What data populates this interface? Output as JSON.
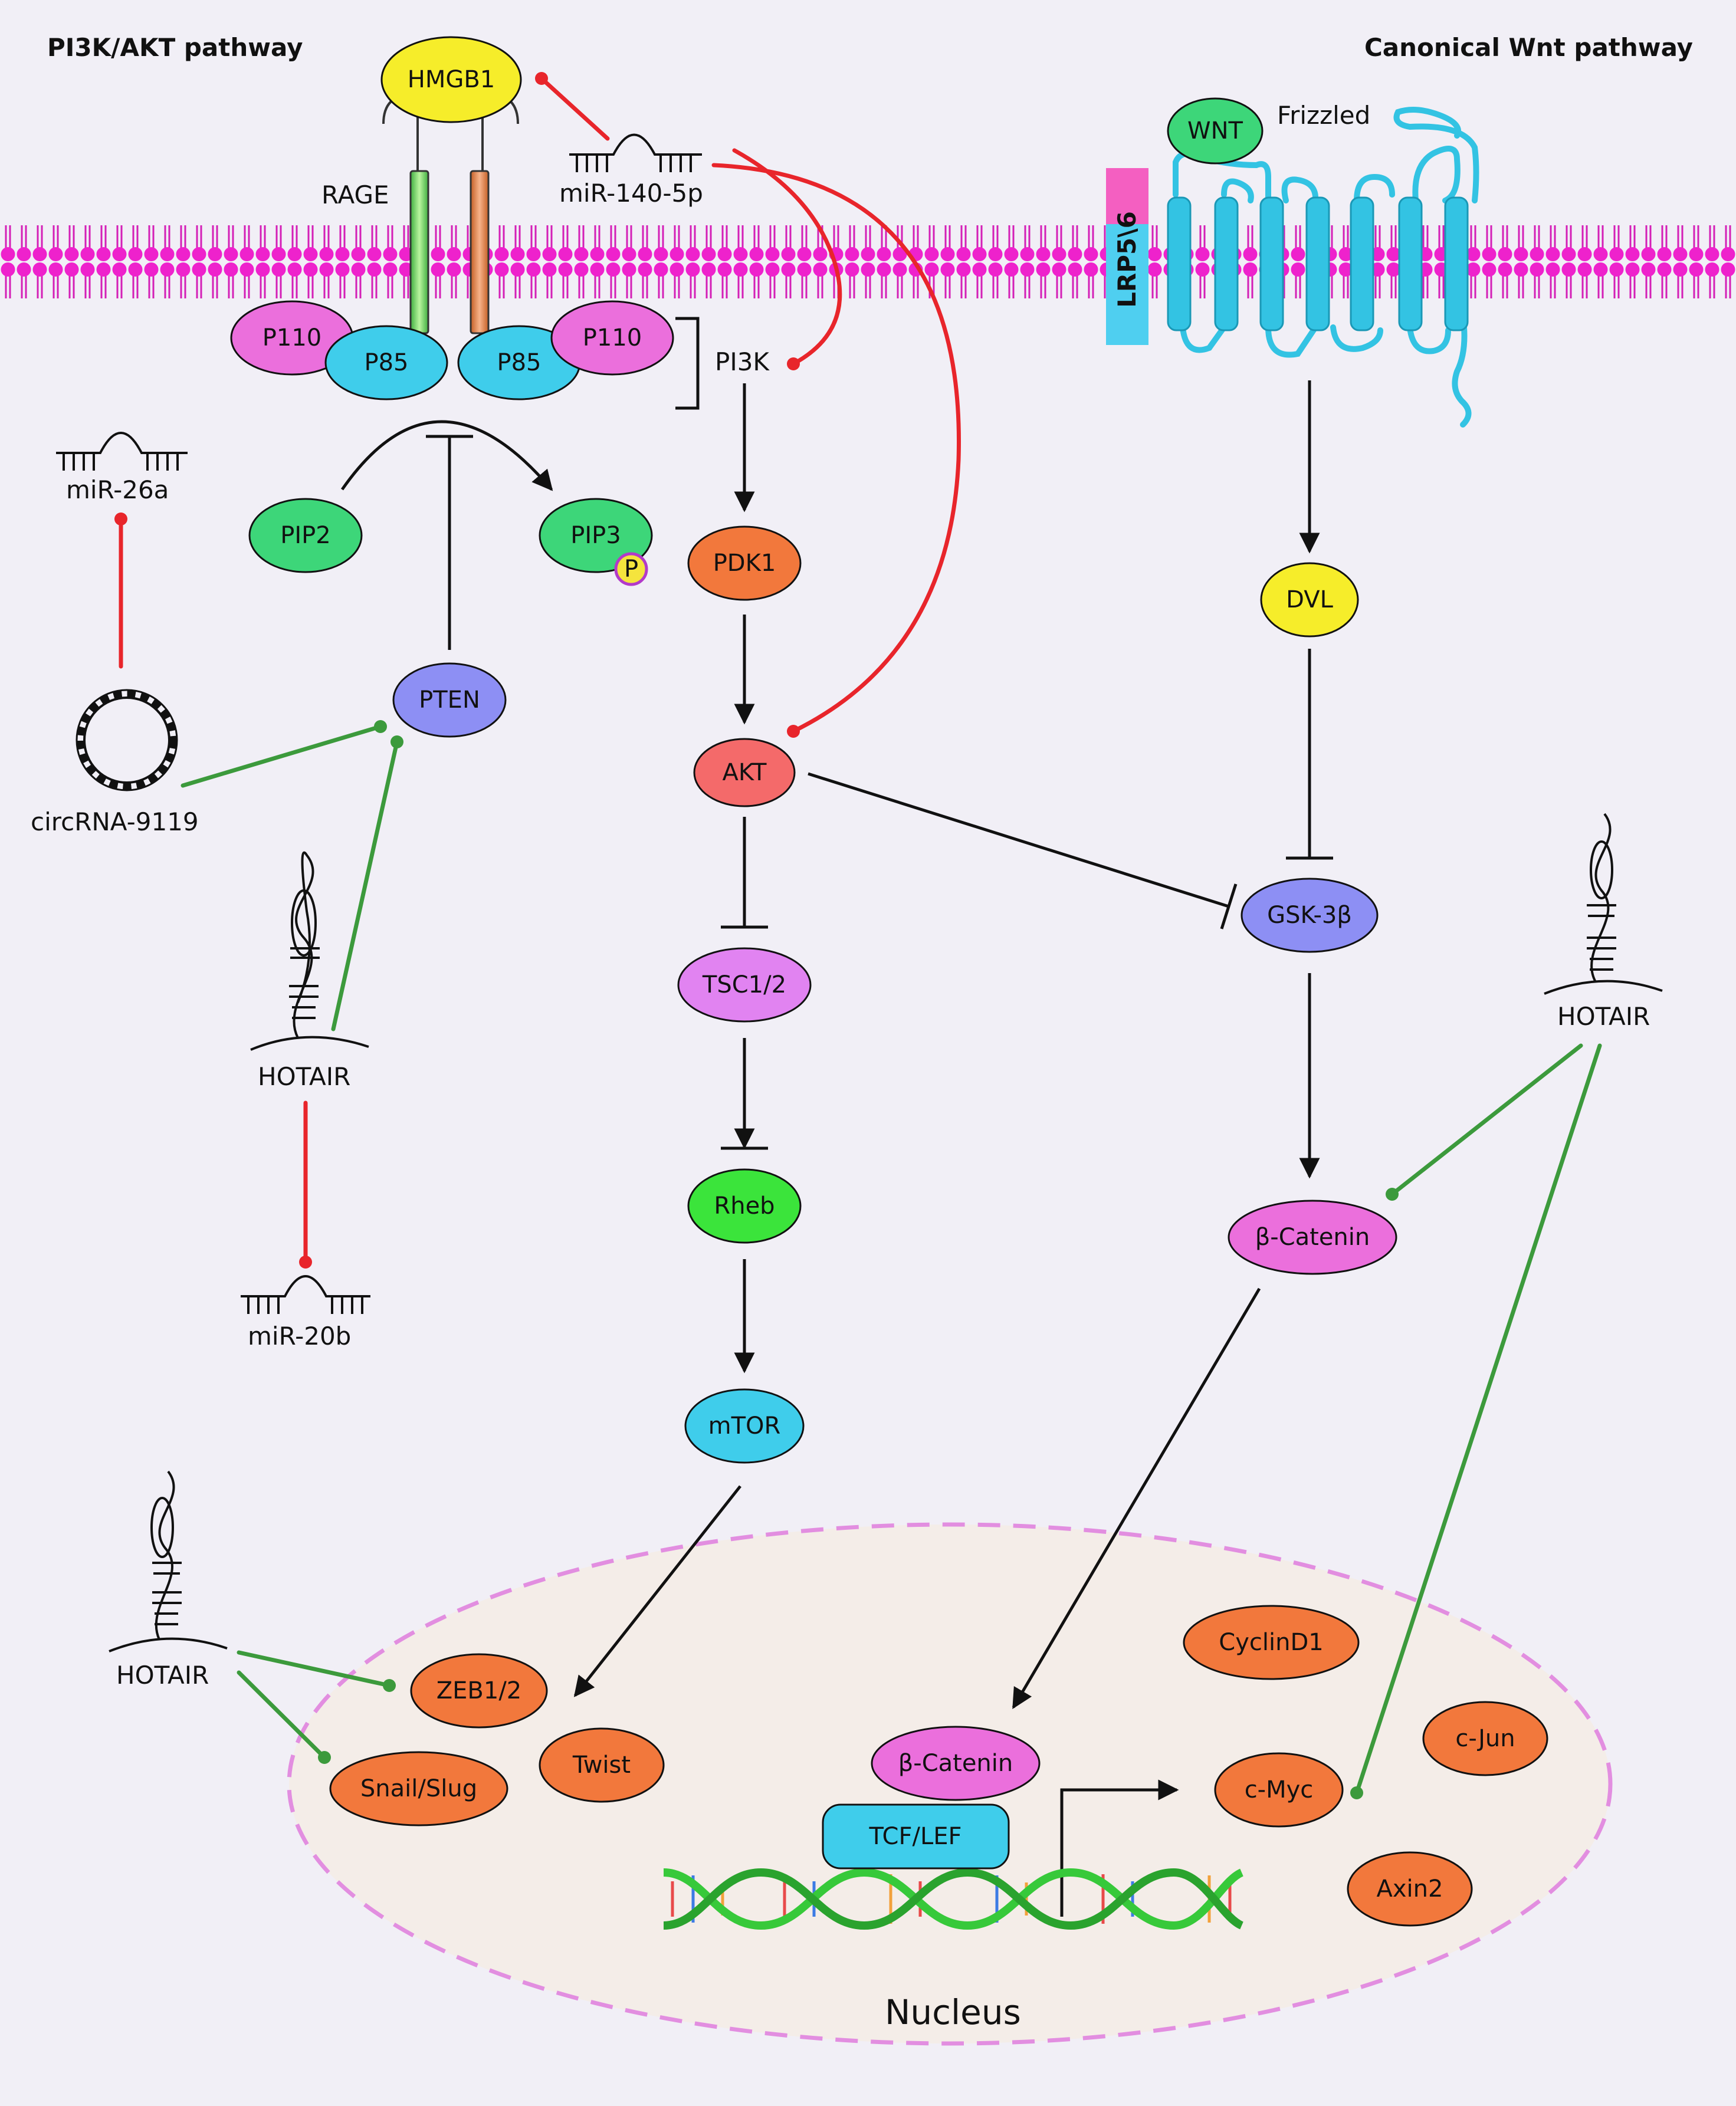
{
  "headers": {
    "pi3k_akt": "PI3K/AKT pathway",
    "wnt": "Canonical Wnt pathway"
  },
  "labels": {
    "rage": "RAGE",
    "pi3k": "PI3K",
    "frizzled": "Frizzled",
    "lrp": "LRP5\\6",
    "nucleus": "Nucleus",
    "phospho": "P",
    "mir140": "miR-140-5p",
    "mir26a": "miR-26a",
    "mir20b": "miR-20b",
    "circrna": "circRNA-9119",
    "hotair_left": "HOTAIR",
    "hotair_bottom_left": "HOTAIR",
    "hotair_right": "HOTAIR"
  },
  "nodes": {
    "hmgb1": "HMGB1",
    "p110_left": "P110",
    "p85_left": "P85",
    "p85_right": "P85",
    "p110_right": "P110",
    "pip2": "PIP2",
    "pip3": "PIP3",
    "pten": "PTEN",
    "pdk1": "PDK1",
    "akt": "AKT",
    "tsc": "TSC1/2",
    "rheb": "Rheb",
    "mtor": "mTOR",
    "wnt": "WNT",
    "dvl": "DVL",
    "gsk3b": "GSK-3β",
    "bcatenin": "β-Catenin",
    "bcatenin_nuc": "β-Catenin",
    "tcf_lef": "TCF/LEF",
    "zeb": "ZEB1/2",
    "twist": "Twist",
    "snail": "Snail/Slug",
    "cyclind1": "CyclinD1",
    "cjun": "c-Jun",
    "cmyc": "c-Myc",
    "axin2": "Axin2"
  },
  "colors": {
    "background": "#f1eff6",
    "membrane": "#e51bc4",
    "activation_arrow": "#111111",
    "mirna_inhibition": "#e8252b",
    "lncrna_regulation": "#3c9a3c",
    "frizzled": "#33c3e3",
    "lrp": "#f45fc1",
    "nucleus_border": "#e28ee0",
    "nucleus_fill": "#f4ede8",
    "pink_node": "#eb6fdc",
    "cyan_node": "#3fcdeb",
    "green_node": "#3dd679",
    "orange_node": "#f2783c",
    "red_node": "#f46a6a",
    "purple_node": "#8d8ff4",
    "violet_node": "#e183f1",
    "yellow_node": "#f6ed2a",
    "bright_green_node": "#3be43b"
  }
}
